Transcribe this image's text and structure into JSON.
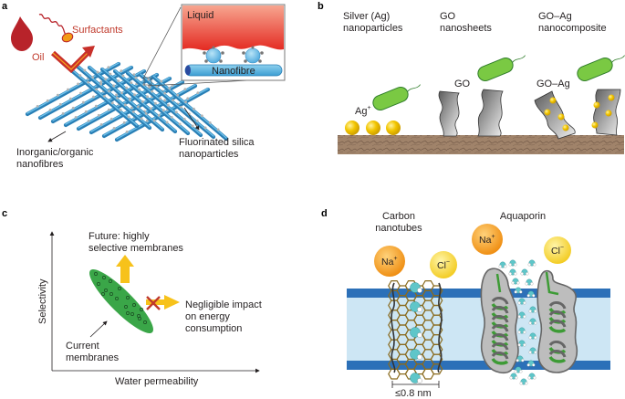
{
  "figure": {
    "panels": [
      {
        "id": "a",
        "label": "a",
        "labels": {
          "surfactants": "Surfactants",
          "oil": "Oil",
          "liquid": "Liquid",
          "nanofibre": "Nanofibre",
          "nanofibres_line1": "Inorganic/organic",
          "nanofibres_line2": "nanofibres",
          "nanoparticles_line1": "Fluorinated silica",
          "nanoparticles_line2": "nanoparticles"
        }
      },
      {
        "id": "b",
        "label": "b",
        "labels": {
          "silver_line1": "Silver (Ag)",
          "silver_line2": "nanoparticles",
          "go_line1": "GO",
          "go_line2": "nanosheets",
          "goag_line1": "GO–Ag",
          "goag_line2": "nanocomposite",
          "ag_ion": "Ag",
          "ag_ion_sup": "+",
          "go_tag": "GO",
          "goag_tag": "GO–Ag"
        }
      },
      {
        "id": "c",
        "label": "c",
        "labels": {
          "y_axis": "Selectivity",
          "x_axis": "Water permeability",
          "future_line1": "Future: highly",
          "future_line2": "selective membranes",
          "negligible_line1": "Negligible impact",
          "negligible_line2": "on energy",
          "negligible_line3": "consumption",
          "current_line1": "Current",
          "current_line2": "membranes"
        }
      },
      {
        "id": "d",
        "label": "d",
        "labels": {
          "cnt_line1": "Carbon",
          "cnt_line2": "nanotubes",
          "aquaporin": "Aquaporin",
          "na": "Na",
          "na_sup": "+",
          "cl": "Cl",
          "cl_sup": "−",
          "scale": "≤0.8 nm"
        }
      }
    ]
  },
  "colors": {
    "oil_red": "#b8232a",
    "label_red": "#c0392b",
    "fibre_blue": "#2a7fb5",
    "fibre_light": "#5db4e0",
    "particle_grey": "#a9a9a9",
    "liquid_red": "#e8322a",
    "bacteria_green": "#7ac943",
    "silver_gold": "#f2c500",
    "substrate_brown": "#9b7b61",
    "go_grey": "#8a8a8a",
    "ellipse_green": "#3aa648",
    "arrow_yellow": "#f7c21b",
    "cross_red": "#c0392b",
    "membrane_dark": "#2c70b8",
    "membrane_light": "#cde6f4",
    "na_orange": "#f39b16",
    "cl_yellow": "#f5d421",
    "cnt_brown": "#8a6b1e",
    "water_cyan": "#5fc6c9",
    "helix_green": "#3d9b35"
  }
}
